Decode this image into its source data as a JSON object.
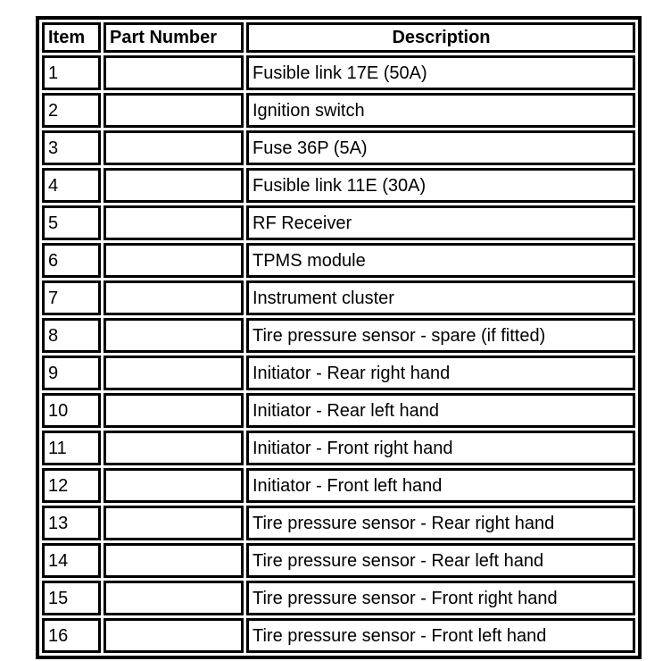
{
  "table": {
    "columns": [
      "Item",
      "Part Number",
      "Description"
    ],
    "rows": [
      {
        "item": "1",
        "part_number": "",
        "description": "Fusible link 17E (50A)"
      },
      {
        "item": "2",
        "part_number": "",
        "description": "Ignition switch"
      },
      {
        "item": "3",
        "part_number": "",
        "description": "Fuse 36P (5A)"
      },
      {
        "item": "4",
        "part_number": "",
        "description": "Fusible link 11E (30A)"
      },
      {
        "item": "5",
        "part_number": "",
        "description": "RF Receiver"
      },
      {
        "item": "6",
        "part_number": "",
        "description": "TPMS module"
      },
      {
        "item": "7",
        "part_number": "",
        "description": "Instrument cluster"
      },
      {
        "item": "8",
        "part_number": "",
        "description": "Tire pressure sensor - spare (if fitted)"
      },
      {
        "item": "9",
        "part_number": "",
        "description": "Initiator - Rear right hand"
      },
      {
        "item": "10",
        "part_number": "",
        "description": "Initiator - Rear left hand"
      },
      {
        "item": "11",
        "part_number": "",
        "description": "Initiator - Front right hand"
      },
      {
        "item": "12",
        "part_number": "",
        "description": "Initiator - Front left hand"
      },
      {
        "item": "13",
        "part_number": "",
        "description": "Tire pressure sensor - Rear right hand"
      },
      {
        "item": "14",
        "part_number": "",
        "description": "Tire pressure sensor - Rear left hand"
      },
      {
        "item": "15",
        "part_number": "",
        "description": "Tire pressure sensor - Front right hand"
      },
      {
        "item": "16",
        "part_number": "",
        "description": "Tire pressure sensor - Front left hand"
      }
    ],
    "colors": {
      "border": "#000000",
      "background": "#ffffff",
      "text": "#000000"
    }
  }
}
